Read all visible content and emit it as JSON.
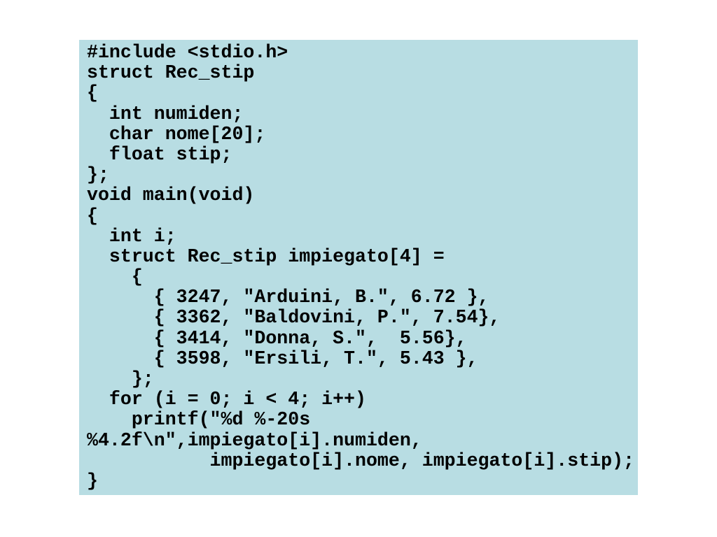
{
  "code": {
    "lines": [
      "#include <stdio.h>",
      "struct Rec_stip",
      "{",
      "  int numiden;",
      "  char nome[20];",
      "  float stip;",
      "};",
      "void main(void)",
      "{",
      "  int i;",
      "  struct Rec_stip impiegato[4] =",
      "    {",
      "      { 3247, \"Arduini, B.\", 6.72 },",
      "      { 3362, \"Baldovini, P.\", 7.54},",
      "      { 3414, \"Donna, S.\",  5.56},",
      "      { 3598, \"Ersili, T.\", 5.43 },",
      "    };",
      "  for (i = 0; i < 4; i++)",
      "    printf(\"%d %-20s",
      "%4.2f\\n\",impiegato[i].numiden,",
      "           impiegato[i].nome, impiegato[i].stip);",
      "}"
    ]
  },
  "colors": {
    "code_background": "#b8dde3",
    "text": "#000000",
    "page_background": "#ffffff"
  }
}
